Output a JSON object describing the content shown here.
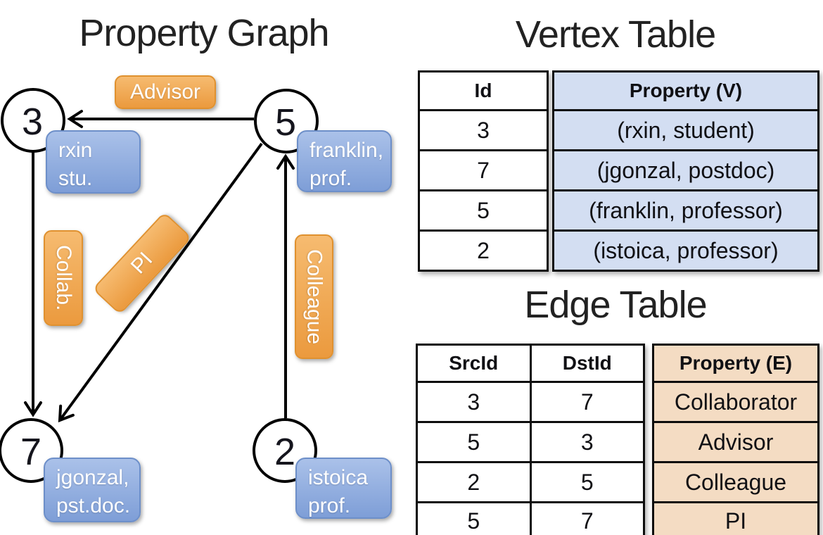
{
  "graph": {
    "title": "Property Graph",
    "nodes": [
      {
        "id": "3"
      },
      {
        "id": "5"
      },
      {
        "id": "7"
      },
      {
        "id": "2"
      }
    ],
    "vertex_boxes": [
      {
        "line1": "rxin",
        "line2": "stu."
      },
      {
        "line1": "franklin,",
        "line2": "prof."
      },
      {
        "line1": "jgonzal,",
        "line2": "pst.doc."
      },
      {
        "line1": "istoica",
        "line2": "prof."
      }
    ],
    "edge_labels": {
      "advisor": "Advisor",
      "collab": "Collab.",
      "pi": "PI",
      "colleague": "Colleague"
    }
  },
  "vertex_table": {
    "title": "Vertex Table",
    "headers": {
      "id": "Id",
      "property": "Property (V)"
    },
    "rows": [
      {
        "id": "3",
        "property": "(rxin, student)"
      },
      {
        "id": "7",
        "property": "(jgonzal, postdoc)"
      },
      {
        "id": "5",
        "property": "(franklin, professor)"
      },
      {
        "id": "2",
        "property": "(istoica, professor)"
      }
    ]
  },
  "edge_table": {
    "title": "Edge Table",
    "headers": {
      "src": "SrcId",
      "dst": "DstId",
      "property": "Property (E)"
    },
    "rows": [
      {
        "src": "3",
        "dst": "7",
        "property": "Collaborator"
      },
      {
        "src": "5",
        "dst": "3",
        "property": "Advisor"
      },
      {
        "src": "2",
        "dst": "5",
        "property": "Colleague"
      },
      {
        "src": "5",
        "dst": "7",
        "property": "PI"
      }
    ]
  },
  "colors": {
    "edge_label_fill_top": "#f6bb70",
    "edge_label_fill_bottom": "#eb9a3e",
    "vertex_box_fill_top": "#aac1e9",
    "vertex_box_fill_bottom": "#7e9ed7",
    "vertex_property_cell": "#d3def2",
    "edge_property_cell": "#f4dcc3",
    "line_color": "#000000"
  }
}
